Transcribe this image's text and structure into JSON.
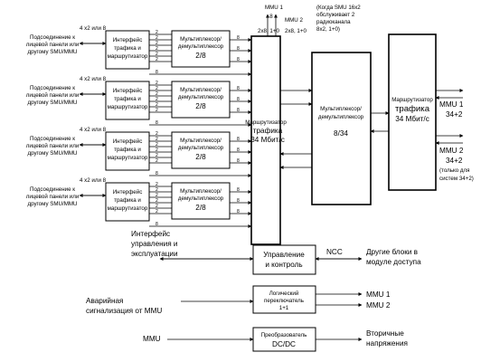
{
  "groups": [
    {
      "ports": "4 x2 или 8",
      "connect": [
        "Подсоединение к",
        "лицевой панели или",
        "другому SMU/MMU"
      ],
      "iface": [
        "Интерфейс",
        "трафика и",
        "маршрутизатор"
      ],
      "mux": [
        "Мультиплексор/",
        "демультиплексор",
        "2/8"
      ]
    },
    {
      "ports": "4 x2 или 8",
      "connect": [
        "Подсоединение к",
        "лицевой панели или",
        "другому SMU/MMU"
      ],
      "iface": [
        "Интерфейс",
        "трафика и",
        "маршрутизатор"
      ],
      "mux": [
        "Мультиплексор/",
        "демультиплексор",
        "2/8"
      ]
    },
    {
      "ports": "4 x2 или 8",
      "connect": [
        "Подсоединение к",
        "лицевой панели или",
        "другому SMU/MMU"
      ],
      "iface": [
        "Интерфейс",
        "трафика и",
        "маршрутизатор"
      ],
      "mux": [
        "Мультиплексор/",
        "демультиплексор",
        "2/8"
      ]
    },
    {
      "ports": "4 x2 или 8",
      "connect": [
        "Подсоединение к",
        "лицевой панели или",
        "другому SMU/MMU"
      ],
      "iface": [
        "Интерфейс",
        "трафика и",
        "маршрутизатор"
      ],
      "mux": [
        "Мультиплексор/",
        "демультиплексор",
        "2/8"
      ]
    }
  ],
  "bus": {
    "n2": "2",
    "n8": "8"
  },
  "router1": [
    "Маршрутизатор",
    "трафика",
    "34 Мбит/с"
  ],
  "mmu1_top": [
    "MMU 1",
    "2x8, 1+0"
  ],
  "mmu2_top": [
    "MMU 2",
    "2x8, 1+0"
  ],
  "small_8": "8",
  "note": [
    "(Когда SMU 16x2",
    "обслуживает 2",
    "радиоканала",
    "8x2, 1+0)"
  ],
  "mux34": [
    "Мультиплексор/",
    "демультиплексор",
    "8/34"
  ],
  "router2": [
    "Маршрутизатор",
    "трафика",
    "34 Мбит/с"
  ],
  "out_right": [
    "MMU 1",
    "34+2",
    "MMU 2",
    "34+2",
    "(только для",
    "систем 34+2)"
  ],
  "mgmt": {
    "left": [
      "Интерфейс",
      "управления и",
      "эксплуатации"
    ],
    "box": [
      "Управление",
      "и контроль"
    ],
    "ncc": "NCC",
    "right": [
      "Другие блоки в",
      "модуле доступа"
    ]
  },
  "alarm": {
    "left": [
      "Аварийная",
      "сигнализация от MMU"
    ],
    "box": [
      "Логический",
      "переключатель",
      "1+1"
    ],
    "out1": "MMU 1",
    "out2": "MMU 2"
  },
  "dcdc": {
    "left": "MMU",
    "box": [
      "Преобразователь",
      "DC/DC"
    ],
    "right": [
      "Вторичные",
      "напряжения"
    ]
  }
}
